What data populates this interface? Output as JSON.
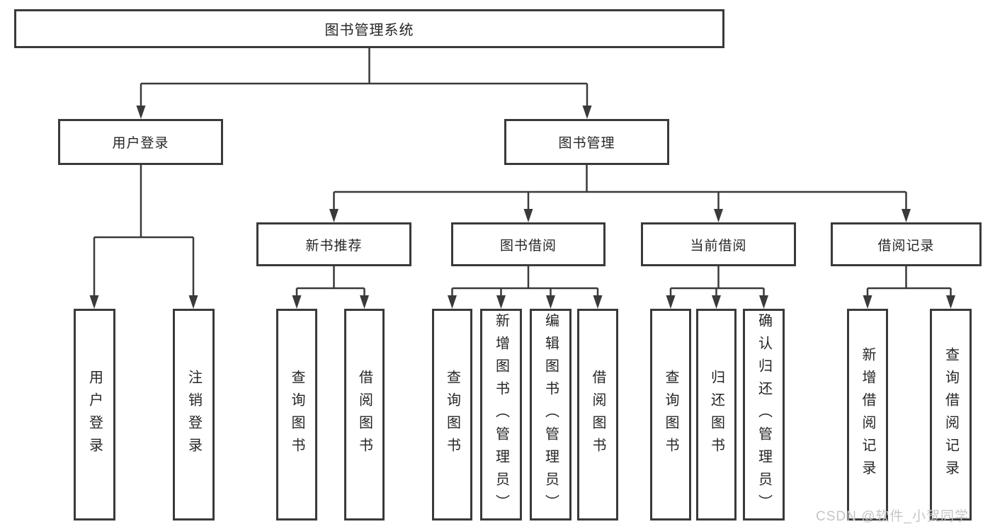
{
  "title": "图书管理系统",
  "watermark": "CSDN @软件_小贺同学",
  "colors": {
    "line": "#3a3a3a",
    "box_border": "#3a3a3a",
    "text": "#262626",
    "watermark": "#c5c5c5",
    "background": "#ffffff"
  },
  "nodes": {
    "root": "图书管理系统",
    "user_login": "用户登录",
    "book_mgmt": "图书管理",
    "new_book_rec": "新书推荐",
    "book_borrow": "图书借阅",
    "current_borrow": "当前借阅",
    "borrow_record": "借阅记录",
    "leaf_user_login": "用户登录",
    "leaf_logout": "注销登录",
    "leaf_nbr_query_book": "查询图书",
    "leaf_nbr_borrow_book": "借阅图书",
    "leaf_bb_query_book": "查询图书",
    "leaf_bb_add_book": "新增图书（管理员）",
    "leaf_bb_edit_book": "编辑图书（管理员）",
    "leaf_bb_borrow_book": "借阅图书",
    "leaf_cb_query_book": "查询图书",
    "leaf_cb_return_book": "归还图书",
    "leaf_cb_confirm_return": "确认归还（管理员）",
    "leaf_br_add_record": "新增借阅记录",
    "leaf_br_query_record": "查询借阅记录"
  },
  "hierarchy": {
    "图书管理系统": {
      "用户登录": [
        "用户登录",
        "注销登录"
      ],
      "图书管理": {
        "新书推荐": [
          "查询图书",
          "借阅图书"
        ],
        "图书借阅": [
          "查询图书",
          "新增图书（管理员）",
          "编辑图书（管理员）",
          "借阅图书"
        ],
        "当前借阅": [
          "查询图书",
          "归还图书",
          "确认归还（管理员）"
        ],
        "借阅记录": [
          "新增借阅记录",
          "查询借阅记录"
        ]
      }
    }
  }
}
